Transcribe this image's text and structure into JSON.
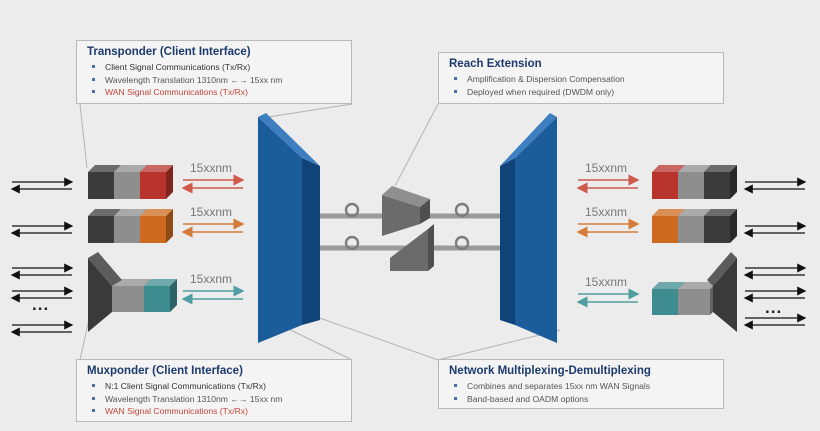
{
  "callouts": {
    "transponder": {
      "title": "Transponder (Client Interface)",
      "items": [
        "Client Signal Communications (Tx/Rx)",
        "Wavelength Translation 1310nm ←→ 15xx nm",
        "WAN Signal Communications (Tx/Rx)"
      ]
    },
    "reach": {
      "title": "Reach Extension",
      "items": [
        "Amplification & Dispersion Compensation",
        "Deployed when required (DWDM only)"
      ]
    },
    "muxponder": {
      "title": "Muxponder (Client Interface)",
      "items": [
        "N:1 Client Signal Communications (Tx/Rx)",
        "Wavelength Translation 1310nm ←→ 15xx nm",
        "WAN Signal Communications (Tx/Rx)"
      ]
    },
    "network": {
      "title": "Network Multiplexing-Demultiplexing",
      "items": [
        "Combines and separates 15xx nm WAN Signals",
        "Band-based and OADM options"
      ]
    }
  },
  "wavelength_label": "15xxnm",
  "ellipsis": "...",
  "colors": {
    "red": "#b8332c",
    "orange": "#cd6a1f",
    "teal": "#3f8c90",
    "mux_blue": "#1b5c9a",
    "title_blue": "#1c3a6e"
  }
}
